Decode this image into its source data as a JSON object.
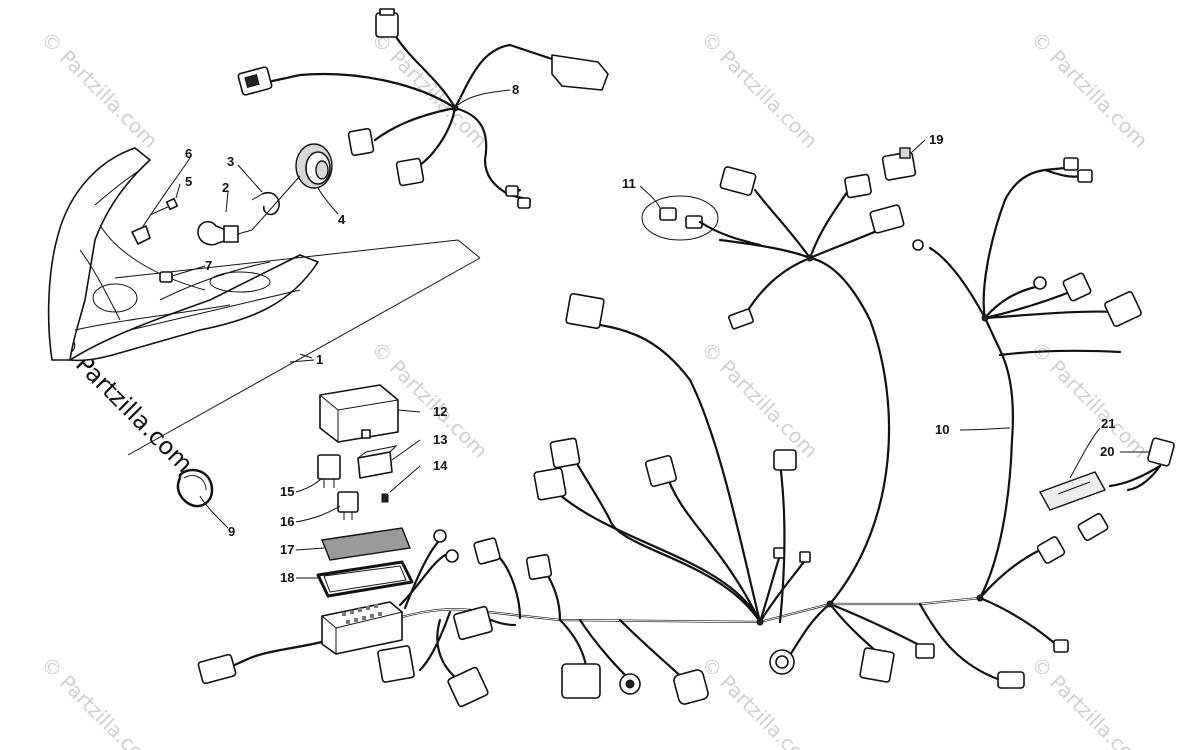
{
  "watermark": {
    "text": "© Partzilla.com",
    "big_text": "© Partzilla.com"
  },
  "callouts": {
    "c1": "1",
    "c2": "2",
    "c3": "3",
    "c4": "4",
    "c5": "5",
    "c6": "6",
    "c7": "7",
    "c8": "8",
    "c9": "9",
    "c10": "10",
    "c11": "11",
    "c12": "12",
    "c13": "13",
    "c14": "14",
    "c15": "15",
    "c16": "16",
    "c17": "17",
    "c18": "18",
    "c19": "19",
    "c20": "20",
    "c21": "21"
  }
}
